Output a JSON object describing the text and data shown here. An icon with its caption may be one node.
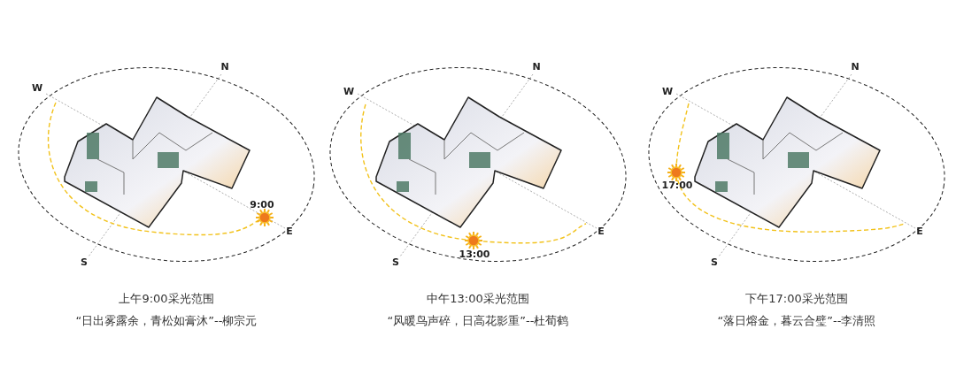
{
  "diagram": {
    "labels": [
      "W",
      "N",
      "9:00",
      "E",
      "S",
      "上午9:00采光范围",
      "“日出雾露余，青松如膏沐”--柳宗元",
      "W",
      "N",
      "13:00",
      "E",
      "S",
      "中午13:00采光范围",
      "“风暖鸟声碎，日高花影重”--杜荀鹤",
      "W",
      "N",
      "17:00",
      "E",
      "S",
      "下午17:00采光范围",
      "“落日熔金，暮云合璧”--李清照"
    ]
  }
}
